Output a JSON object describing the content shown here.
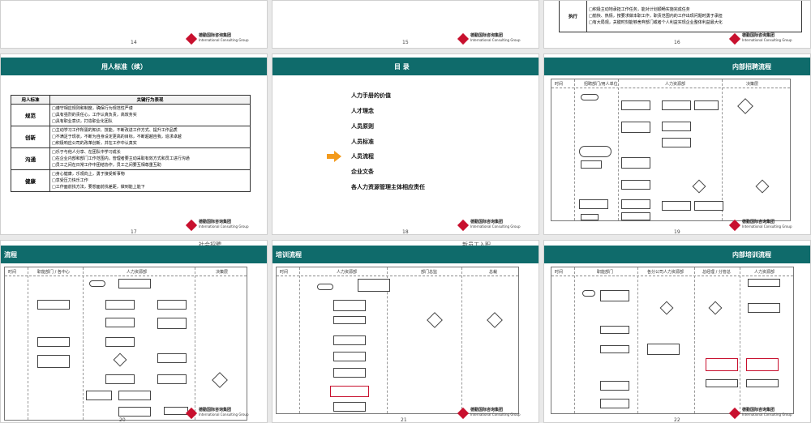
{
  "logo": {
    "cn": "德勤国际咨询集团",
    "en": "International Consulting Group"
  },
  "page_numbers": [
    "14",
    "15",
    "16",
    "17",
    "18",
    "19",
    "20",
    "21",
    "22"
  ],
  "slide16": {
    "row_label": "执行",
    "lines": [
      "□积极主动地承担工作任务，能对计划顺畅实施完成任务",
      "□愉快、热情，按要求做本职工作，职责范围内的工作出现问题时勇于承担",
      "□有大局观，关键时刻能够舍弃部门或者个人利益实现企业整体利益最大化"
    ]
  },
  "slide17": {
    "title": "用人标准（续）",
    "head_col1": "用人标准",
    "head_col2": "关键行为表现",
    "rows": [
      {
        "label": "规范",
        "items": [
          "□遵守相应规则和制度，确保行为规范性严谨",
          "□具有强烈的责任心，工作认真负责，高效务实",
          "□具有职业意识，打造职业化团队"
        ]
      },
      {
        "label": "创新",
        "items": [
          "□主动学习工作所需的知识、技能，不断改进工作方式、提升工作品质",
          "□不满足于现状，不断为自身设定更高的目标，不断超越自我，追求卓越",
          "□积极响应公司的改革创新，并在工作中认真实"
        ]
      },
      {
        "label": "沟通",
        "items": [
          "□乐于与他人分享、在团队中学习成长",
          "□在企业内部和部门工作范围内，管理者要主动采取有效方式和员工进行沟通",
          "□员工之间在日常工作中团结协作，员工之间要互相尊重互助"
        ]
      },
      {
        "label": "健康",
        "items": [
          "□身心健康，乐观向上，勇于接受新事物",
          "□享受压力快乐工作",
          "□工作面前找方法，要想面前找差距，做到能上能下"
        ]
      }
    ]
  },
  "slide18": {
    "title": "目 录",
    "items": [
      "人力手册的价值",
      "人才理念",
      "人员原则",
      "人员标准",
      "人员流程",
      "企业文条",
      "各人力资源管理主体相应责任"
    ],
    "active_index": 4
  },
  "slide19": {
    "title": "内部招聘流程",
    "lanes": [
      "时间",
      "招聘部门/用人单位",
      "人力资源部",
      "决策层"
    ]
  },
  "slide20": {
    "title": "流程",
    "overlay": "社会招聘",
    "lanes": [
      "时间",
      "职能部门 / 各中心",
      "人力资源部",
      "决策层"
    ]
  },
  "slide21": {
    "title": "培训流程",
    "overlay": "新员工入职",
    "lanes": [
      "时间",
      "人力资源部",
      "部门总监",
      "总裁"
    ]
  },
  "slide22": {
    "title": "内部培训流程",
    "lanes": [
      "时间",
      "职能部门",
      "各分公司人力资源部",
      "总经理 / 分管总",
      "人力资源部"
    ]
  },
  "colors": {
    "header": "#0f6b6b",
    "accent": "#f39a1c",
    "logo_red": "#c8102e"
  }
}
